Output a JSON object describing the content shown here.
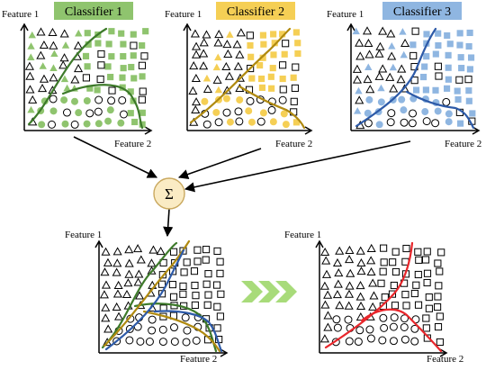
{
  "axis_labels": {
    "feature1": "Feature 1",
    "feature2": "Feature 2"
  },
  "sum_symbol": "Σ",
  "colors": {
    "classifier1": "#8fc46e",
    "classifier1_boundary": "#3d7a2a",
    "classifier2": "#f5cf55",
    "classifier2_boundary": "#b08a10",
    "classifier3": "#8fb6e1",
    "classifier3_boundary": "#2d5aa8",
    "ensemble_boundary": "#e8262b",
    "sum_node_fill": "#faebc4",
    "sum_node_stroke": "#c9a85e",
    "chevron": "#a8db7a"
  },
  "classifiers": [
    {
      "label": "Classifier 1",
      "color": "#8fc46e",
      "boundary_color": "#3d7a2a"
    },
    {
      "label": "Classifier 2",
      "color": "#f5cf55",
      "boundary_color": "#b08a10"
    },
    {
      "label": "Classifier 3",
      "color": "#8fb6e1",
      "boundary_color": "#2d5aa8"
    }
  ],
  "icons": {
    "class_a_marker": "triangle-icon",
    "class_b_marker": "square-icon",
    "class_c_marker": "circle-icon",
    "combine_node": "sum-icon",
    "proceed_arrow": "chevron-right-icon"
  }
}
